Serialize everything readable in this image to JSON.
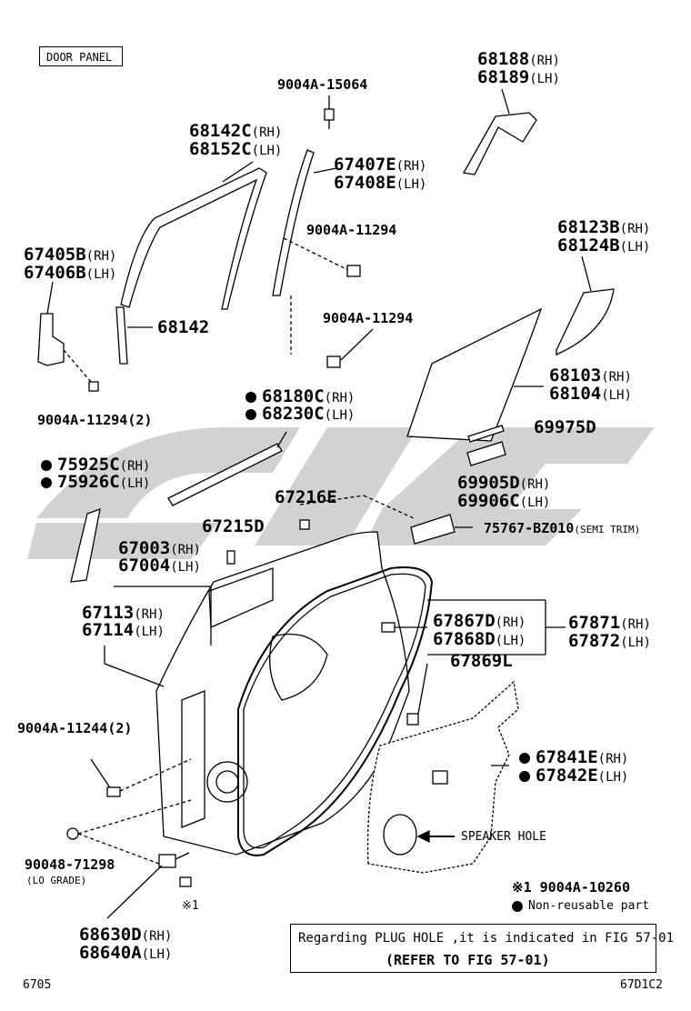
{
  "header": {
    "door_panel": "DOOR PANEL"
  },
  "parts": {
    "p68188": "68188",
    "p68188_side": "(RH)",
    "p68189": "68189",
    "p68189_side": "(LH)",
    "p9004A_15064": "9004A-15064",
    "p68142C": "68142C",
    "p68142C_side": "(RH)",
    "p68152C": "68152C",
    "p68152C_side": "(LH)",
    "p67407E": "67407E",
    "p67407E_side": "(RH)",
    "p67408E": "67408E",
    "p67408E_side": "(LH)",
    "p9004A_11294_a": "9004A-11294",
    "p68123B": "68123B",
    "p68123B_side": "(RH)",
    "p68124B": "68124B",
    "p68124B_side": "(LH)",
    "p67405B": "67405B",
    "p67405B_side": "(RH)",
    "p67406B": "67406B",
    "p67406B_side": "(LH)",
    "p68142": "68142",
    "p9004A_11294_b": "9004A-11294",
    "p68103": "68103",
    "p68103_side": "(RH)",
    "p68104": "68104",
    "p68104_side": "(LH)",
    "p9004A_11294_2": "9004A-11294(2)",
    "p68180C": "68180C",
    "p68180C_side": "(RH)",
    "p68230C": "68230C",
    "p68230C_side": "(LH)",
    "p69975D": "69975D",
    "p75925C": "75925C",
    "p75925C_side": "(RH)",
    "p75926C": "75926C",
    "p75926C_side": "(LH)",
    "p69905D": "69905D",
    "p69905D_side": "(RH)",
    "p69906C": "69906C",
    "p69906C_side": "(LH)",
    "p67216E": "67216E",
    "p67215D": "67215D",
    "p75767": "75767-BZ010",
    "p75767_side": "(SEMI TRIM)",
    "p67003": "67003",
    "p67003_side": "(RH)",
    "p67004": "67004",
    "p67004_side": "(LH)",
    "p67113": "67113",
    "p67113_side": "(RH)",
    "p67114": "67114",
    "p67114_side": "(LH)",
    "p67867D": "67867D",
    "p67867D_side": "(RH)",
    "p67868D": "67868D",
    "p67868D_side": "(LH)",
    "p67871": "67871",
    "p67871_side": "(RH)",
    "p67872": "67872",
    "p67872_side": "(LH)",
    "p67869L": "67869L",
    "p9004A_11244": "9004A-11244(2)",
    "p67841E": "67841E",
    "p67841E_side": "(RH)",
    "p67842E": "67842E",
    "p67842E_side": "(LH)",
    "speaker_hole": "SPEAKER HOLE",
    "p90048": "90048-71298",
    "lo_grade": "(LO GRADE)",
    "p68630D": "68630D",
    "p68630D_side": "(RH)",
    "p68640A": "68640A",
    "p68640A_side": "(LH)",
    "ref1": "※1"
  },
  "legend": {
    "note1": "※1 9004A-10260",
    "nonreusable": "Non-reusable part"
  },
  "note": {
    "line1": "Regarding PLUG HOLE ,it is indicated in FIG 57-01",
    "line2": "(REFER TO FIG 57-01)"
  },
  "footer": {
    "left": "6705",
    "right": "67D1C2"
  },
  "watermark": {
    "color": "#d2d2d2"
  }
}
